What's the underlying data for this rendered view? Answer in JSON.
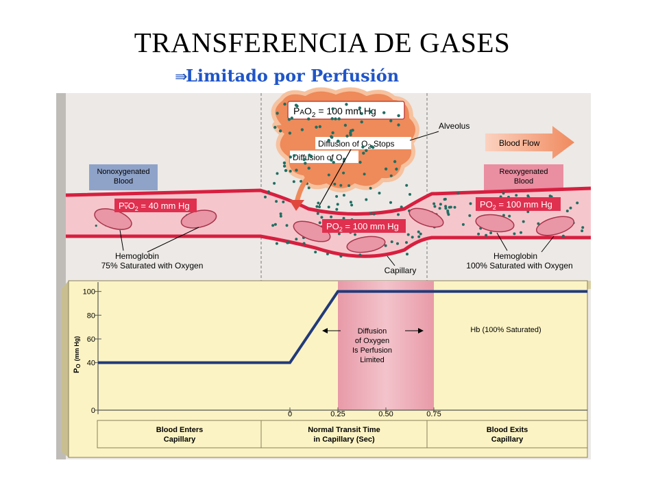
{
  "header": {
    "title": "TRANSFERENCIA DE GASES",
    "subtitle_bullet": "⇛",
    "subtitle": "Limitado por Perfusión"
  },
  "diagram": {
    "alveolus": {
      "po2_prefix": "P",
      "po2_sub1": "A",
      "po2_main": "O",
      "po2_sub2": "2",
      "po2_value": " = 100 mm Hg",
      "label": "Alveolus",
      "diffusion_stops_a": "Diffusion of O",
      "diffusion_stops_sub": "2",
      "diffusion_stops_b": " Stops",
      "diffusion_a": "Diffusion of O",
      "diffusion_sub": "2"
    },
    "blood_flow": "Blood Flow",
    "nonoxygenated": [
      "Nonoxygenated",
      "Blood"
    ],
    "reoxygenated": [
      "Reoxygenated",
      "Blood"
    ],
    "venous_po2": {
      "prefix": "P",
      "main": "v",
      "o": "O",
      "sub": "2",
      "value": " = 40 mm Hg"
    },
    "capillary_po2": {
      "prefix": "P",
      "o": "O",
      "sub": "2",
      "value": " = 100 mm Hg"
    },
    "exit_po2": {
      "prefix": "P",
      "o": "O",
      "sub": "2",
      "value": " = 100 mm Hg"
    },
    "hemoglobin_left": [
      "Hemoglobin",
      "75% Saturated with Oxygen"
    ],
    "capillary": "Capillary",
    "hemoglobin_right": [
      "Hemoglobin",
      "100% Saturated with Oxygen"
    ]
  },
  "chart_data": {
    "type": "line",
    "title": "",
    "ylabel_main": "P",
    "ylabel_sub": "O",
    "ylabel_unit": "(mm Hg)",
    "xlim": [
      -1.0,
      1.55
    ],
    "ylim": [
      0,
      105
    ],
    "x_ticks": [
      "0",
      "0.25",
      "0.50",
      "0.75"
    ],
    "x_tick_values": [
      0,
      0.25,
      0.5,
      0.75
    ],
    "y_ticks": [
      "0",
      "40",
      "60",
      "80",
      "100"
    ],
    "y_tick_values": [
      0,
      40,
      60,
      80,
      100
    ],
    "series": [
      {
        "x": [
          -1.0,
          0.0,
          0.25,
          1.55
        ],
        "y": [
          40,
          40,
          100,
          100
        ]
      }
    ],
    "annotations": {
      "perfusion_limited": [
        "Diffusion",
        "of Oxygen",
        "Is Perfusion",
        "Limited"
      ],
      "saturated": "Hb (100% Saturated)"
    },
    "footer": {
      "enters": [
        "Blood Enters",
        "Capillary"
      ],
      "transit": [
        "Normal Transit Time",
        "in Capillary (Sec)"
      ],
      "exits": [
        "Blood Exits",
        "Capillary"
      ]
    }
  },
  "colors": {
    "vessel_red": "#d71f3f",
    "plasma_pink": "#f5c7cc",
    "alveolus_orange": "#ef8a5a",
    "dot_green": "#1f6e62",
    "chart_bg": "#fbf3c4",
    "highlight_pink": "#f1a3b6",
    "line_navy": "#213a7a",
    "subtitle_blue": "#1f55c8"
  }
}
